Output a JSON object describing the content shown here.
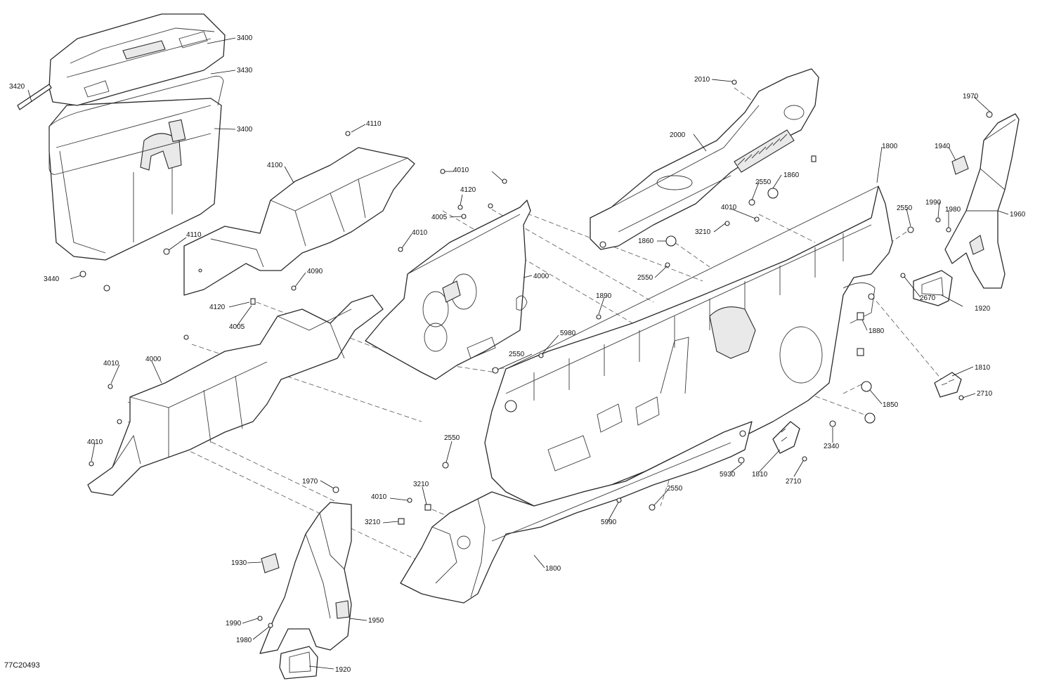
{
  "figure_id": "77C20493",
  "parts": {
    "saddlebag_lid": "3400",
    "saddlebag_body": "3400",
    "strap": "3430",
    "handle": "3420",
    "bag_fastener": "3440",
    "side_box_upper": "4100",
    "side_box_lower": "4000",
    "center_tray": "4000",
    "screw_4110_top": "4110",
    "screw_4110_left": "4110",
    "screw_4010_a": "4010",
    "screw_4010_b": "4010",
    "screw_4010_c": "4010",
    "screw_4010_d": "4010",
    "screw_4010_e": "4010",
    "screw_4010_f": "4010",
    "clip_4120_a": "4120",
    "clip_4120_b": "4120",
    "nut_4005_a": "4005",
    "nut_4005_b": "4005",
    "bolt_4090": "4090",
    "upper_trim_panel": "2000",
    "screw_2010": "2010",
    "main_panel_upper": "1800",
    "main_panel_lower": "1800",
    "grommet_1860_a": "1860",
    "grommet_1860_b": "1860",
    "clip_2550_a": "2550",
    "clip_2550_b": "2550",
    "clip_2550_c": "2550",
    "clip_2550_d": "2550",
    "clip_2550_e": "2550",
    "clip_2550_f": "2550",
    "pin_3210_a": "3210",
    "pin_3210_b": "3210",
    "pin_3210_c": "3210",
    "clip_1890": "1890",
    "screw_5980": "5980",
    "screw_5990": "5990",
    "nut_5930": "5930",
    "clip_2670": "2670",
    "clip_1880": "1880",
    "grommet_1850": "1850",
    "clip_2340": "2340",
    "bracket_1810_a": "1810",
    "bracket_1810_b": "1810",
    "screw_2710_a": "2710",
    "screw_2710_b": "2710",
    "right_pillar_trim": "1960",
    "left_pillar_trim": "1950",
    "grab_handle_right": "1920",
    "grab_handle_left": "1920",
    "clip_1970_right": "1970",
    "clip_1970_left": "1970",
    "insert_1940": "1940",
    "insert_1930": "1930",
    "screw_1990_right": "1990",
    "screw_1990_left": "1990",
    "nut_1980_right": "1980",
    "nut_1980_left": "1980"
  }
}
